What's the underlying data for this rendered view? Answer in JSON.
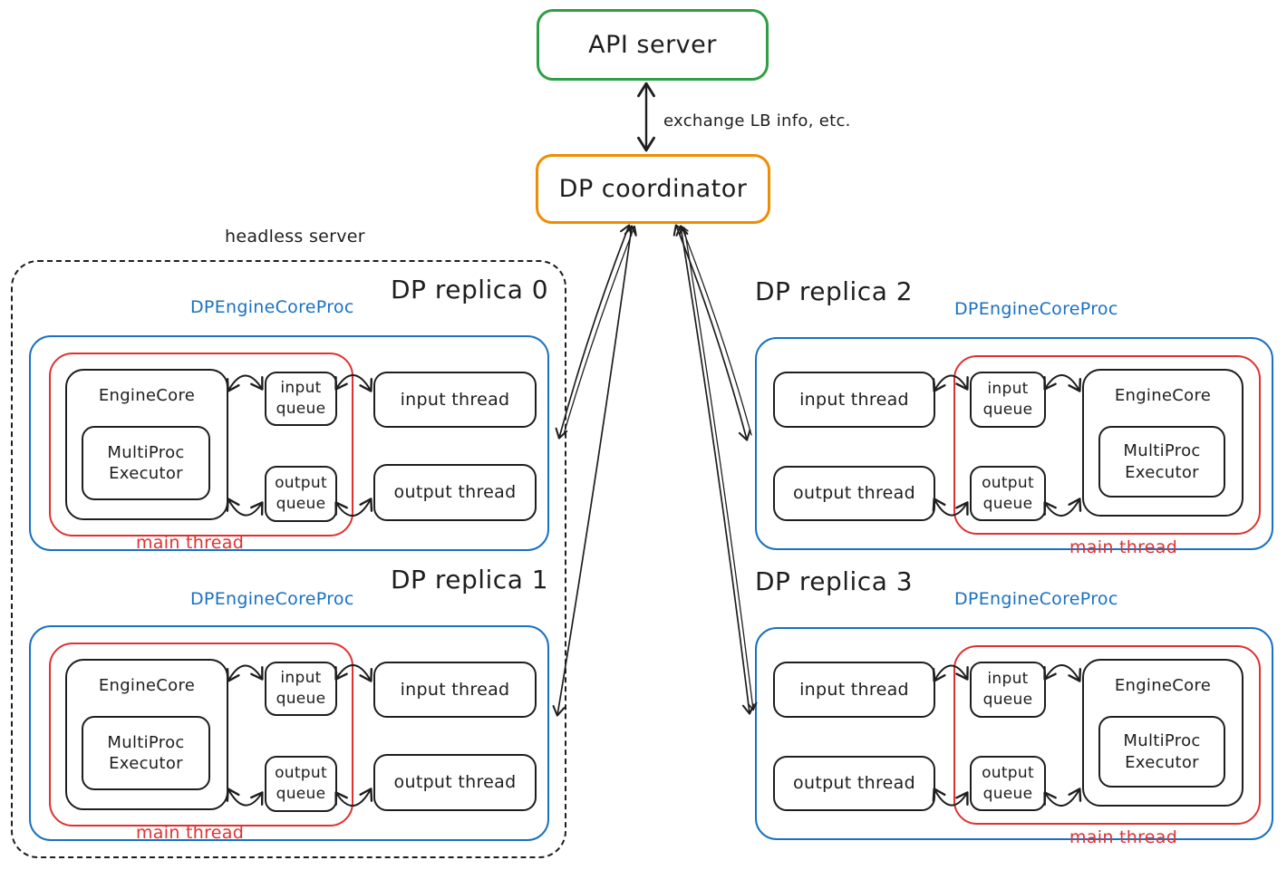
{
  "palette": {
    "ink": "#1e1e1e",
    "green": "#2f9e44",
    "orange": "#f08c00",
    "blue": "#1971c2",
    "red": "#e03131",
    "background": "#ffffff"
  },
  "api_server": {
    "label": "API server"
  },
  "coordinator": {
    "label": "DP coordinator"
  },
  "links": {
    "api_coordinator_note": "exchange LB info, etc."
  },
  "headless_server": {
    "label": "headless server"
  },
  "replicas": [
    {
      "title": "DP replica 0",
      "proc_label": "DPEngineCoreProc",
      "engine_core_label": "EngineCore",
      "executor_label": "MultiProc Executor",
      "input_queue_label": "input queue",
      "output_queue_label": "output queue",
      "input_thread_label": "input thread",
      "output_thread_label": "output thread",
      "main_thread_label": "main thread"
    },
    {
      "title": "DP replica 1",
      "proc_label": "DPEngineCoreProc",
      "engine_core_label": "EngineCore",
      "executor_label": "MultiProc Executor",
      "input_queue_label": "input queue",
      "output_queue_label": "output queue",
      "input_thread_label": "input thread",
      "output_thread_label": "output thread",
      "main_thread_label": "main thread"
    },
    {
      "title": "DP replica 2",
      "proc_label": "DPEngineCoreProc",
      "engine_core_label": "EngineCore",
      "executor_label": "MultiProc Executor",
      "input_queue_label": "input queue",
      "output_queue_label": "output queue",
      "input_thread_label": "input thread",
      "output_thread_label": "output thread",
      "main_thread_label": "main thread"
    },
    {
      "title": "DP replica 3",
      "proc_label": "DPEngineCoreProc",
      "engine_core_label": "EngineCore",
      "executor_label": "MultiProc Executor",
      "input_queue_label": "input queue",
      "output_queue_label": "output queue",
      "input_thread_label": "input thread",
      "output_thread_label": "output thread",
      "main_thread_label": "main thread"
    }
  ]
}
